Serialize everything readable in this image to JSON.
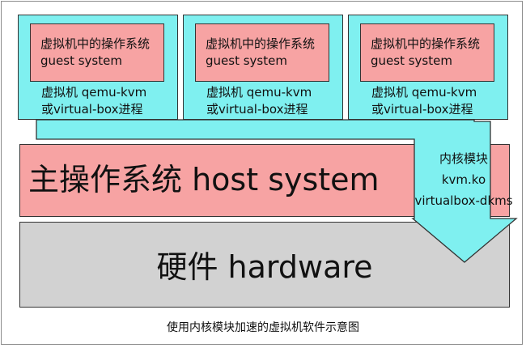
{
  "vms": [
    {
      "guest_line1": "虚拟机中的操作系统",
      "guest_line2": "guest system",
      "vm_line1": "虚拟机 qemu-kvm",
      "vm_line2": "或virtual-box进程"
    },
    {
      "guest_line1": "虚拟机中的操作系统",
      "guest_line2": "guest system",
      "vm_line1": "虚拟机 qemu-kvm",
      "vm_line2": "或virtual-box进程"
    },
    {
      "guest_line1": "虚拟机中的操作系统",
      "guest_line2": "guest system",
      "vm_line1": "虚拟机 qemu-kvm",
      "vm_line2": "或virtual-box进程"
    }
  ],
  "host": {
    "title": "主操作系统 host system"
  },
  "hardware": {
    "title": "硬件 hardware"
  },
  "kernel_module": {
    "line1": "内核模块",
    "line2": "kvm.ko",
    "line3": "virtualbox-dkms"
  },
  "caption": "使用内核模块加速的虚拟机软件示意图",
  "colors": {
    "vm_fill": "#7ff0f0",
    "guest_fill": "#f7a3a3",
    "host_fill": "#f7a3a3",
    "hardware_fill": "#d2d2d2"
  }
}
